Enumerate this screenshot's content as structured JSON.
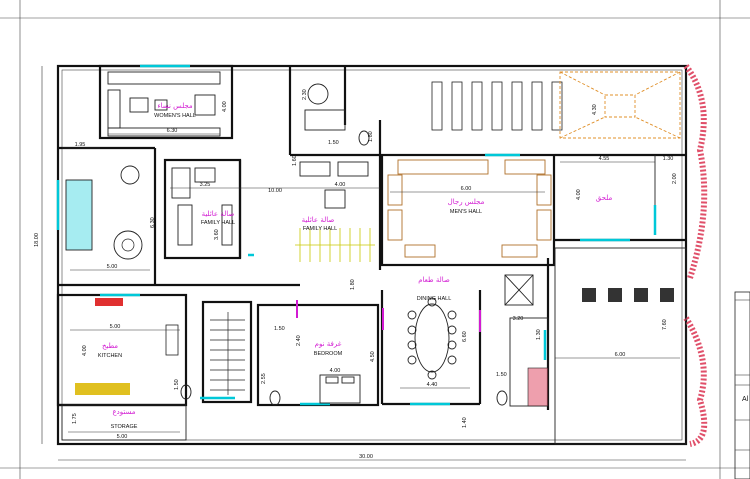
{
  "rooms": {
    "women_hall": {
      "ar": "مجلس نساء",
      "en": "WOMEN'S HALL"
    },
    "family_hall_left": {
      "ar": "صالة عائلية",
      "en": "FAMILY HALL"
    },
    "family_hall_center": {
      "ar": "صالة عائلية",
      "en": "FAMILY HALL"
    },
    "men_hall": {
      "ar": "مجلس رجال",
      "en": "MEN'S HALL"
    },
    "dining_hall": {
      "ar": "صالة طعام",
      "en": "DINING HALL"
    },
    "kitchen": {
      "ar": "مطبخ",
      "en": "KITCHEN"
    },
    "bedroom": {
      "ar": "غرفة نوم",
      "en": "BEDROOM"
    },
    "storage": {
      "ar": "مستودع",
      "en": "STORAGE"
    },
    "garage": {
      "ar": "ملحق"
    }
  },
  "dimensions": {
    "total_width": "30.00",
    "total_depth": "18.00",
    "d_6_30_top": "6.30",
    "d_4_00_women": "4.00",
    "d_2_30": "2.30",
    "d_1_95": "1.95",
    "d_3_25": "3.25",
    "d_10_00": "10.00",
    "d_4_00_center": "4.00",
    "d_6_00_men": "6.00",
    "d_4_55": "4.55",
    "d_1_30": "1.30",
    "d_2_00": "2.00",
    "d_4_00_right": "4.00",
    "d_6_30_left": "6.30",
    "d_5_00_court": "5.00",
    "d_3_60": "3.60",
    "d_1_50_a": "1.50",
    "d_2_40": "2.40",
    "d_1_80": "1.80",
    "d_3_20": "3.20",
    "d_5_00_kitchen": "5.00",
    "d_4_00_kitchen": "4.00",
    "d_1_50_b": "1.50",
    "d_1_75": "1.75",
    "d_5_00_storage": "5.00",
    "d_2_55": "2.55",
    "d_4_00_bed": "4.00",
    "d_4_50": "4.50",
    "d_6_60": "6.60",
    "d_4_40": "4.40",
    "d_1_40": "1.40",
    "d_1_50_c": "1.50",
    "d_7_60": "7.60",
    "d_6_00_garage": "6.00",
    "d_4_30": "4.30",
    "d_1_80_top": "1.80",
    "d_1_60": "1.60",
    "d_1_50_bed": "1.50",
    "d_1_30_wc": "1.30"
  },
  "title_block": {
    "fragment": "Al"
  },
  "colors": {
    "arabic_label": "#d21bd2",
    "window_glass": "#00c8d8",
    "hatch_red": "#e0506a",
    "wood": "#b0702a"
  }
}
